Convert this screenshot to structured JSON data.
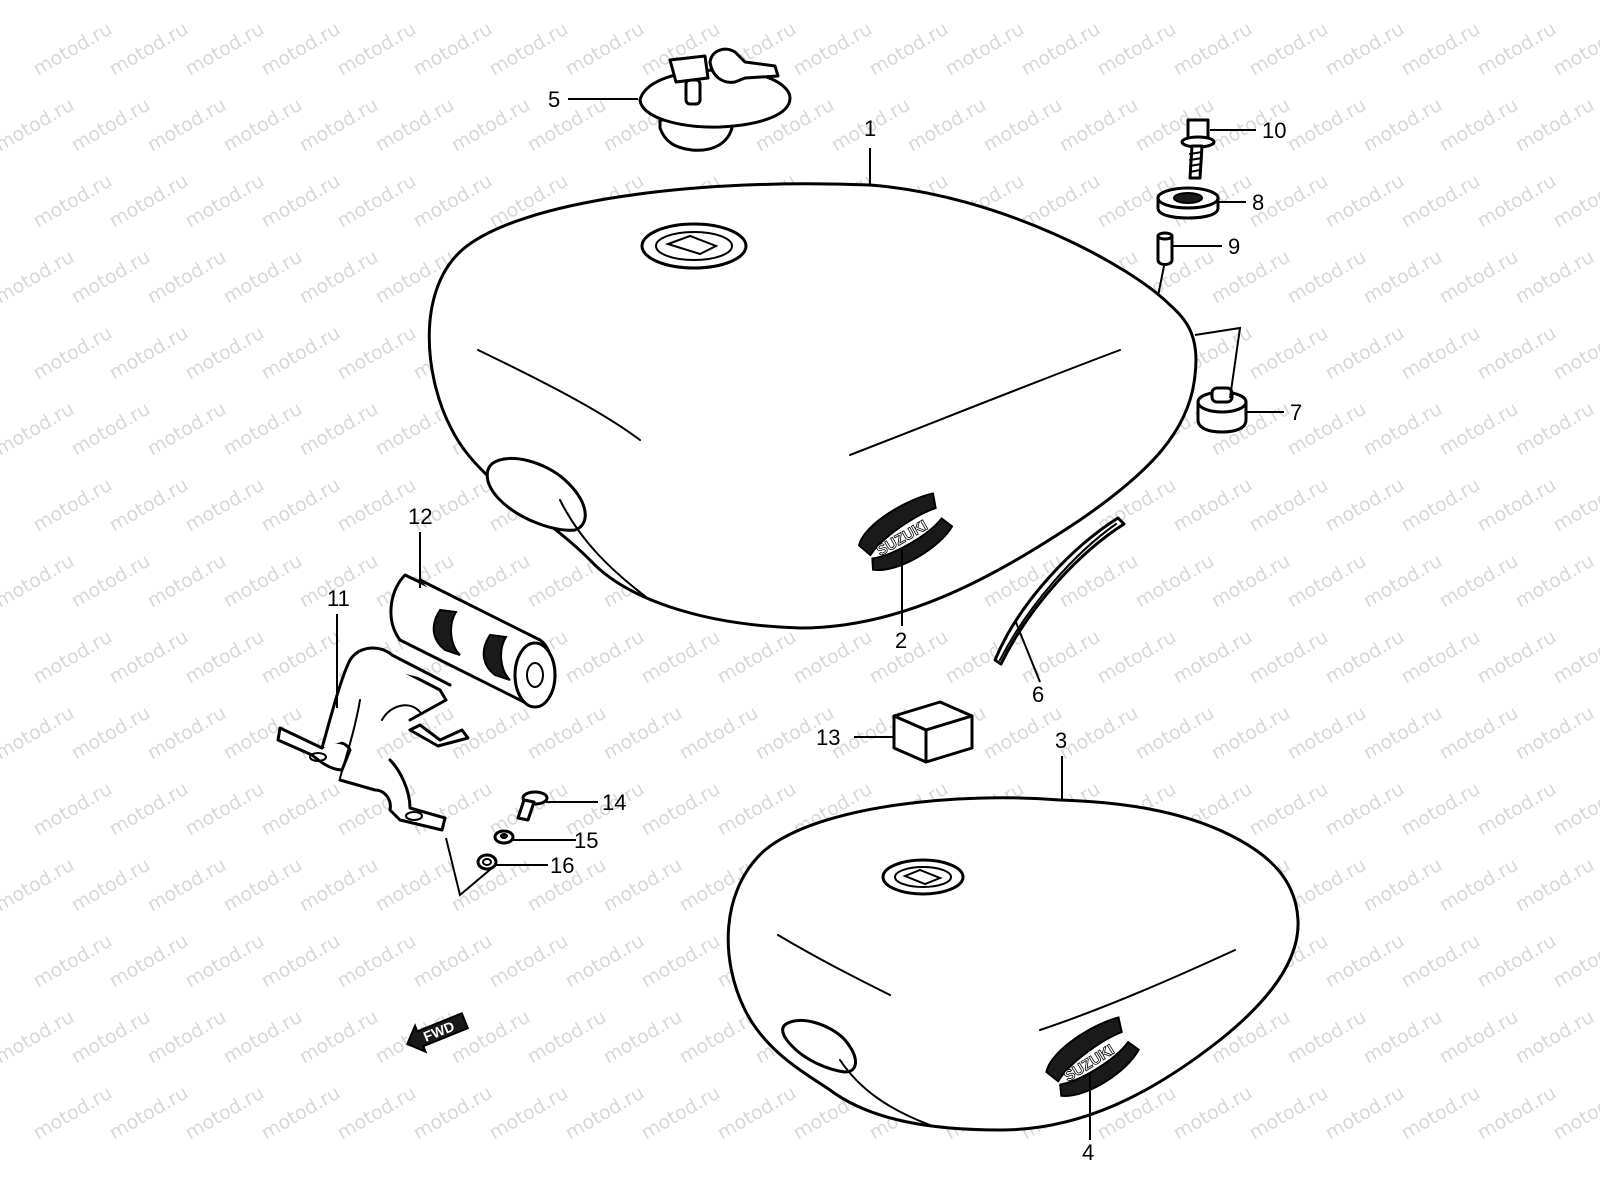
{
  "watermark": {
    "text": "motod.ru"
  },
  "diagram": {
    "direction_marker": "FWD",
    "brand_logo": "SUZUKI",
    "callouts": [
      "1",
      "2",
      "3",
      "4",
      "5",
      "6",
      "7",
      "8",
      "9",
      "10",
      "11",
      "12",
      "13",
      "14",
      "15",
      "16"
    ],
    "parts": [
      {
        "ref": "1",
        "name": "fuel-tank"
      },
      {
        "ref": "2",
        "name": "tank-emblem-left"
      },
      {
        "ref": "3",
        "name": "fuel-tank-alt"
      },
      {
        "ref": "4",
        "name": "tank-emblem-alt"
      },
      {
        "ref": "5",
        "name": "fuel-cap-with-keys"
      },
      {
        "ref": "6",
        "name": "tank-trim-strip"
      },
      {
        "ref": "7",
        "name": "rubber-cushion"
      },
      {
        "ref": "8",
        "name": "collar"
      },
      {
        "ref": "9",
        "name": "spacer-sleeve"
      },
      {
        "ref": "10",
        "name": "flange-bolt"
      },
      {
        "ref": "11",
        "name": "mounting-bracket"
      },
      {
        "ref": "12",
        "name": "bracket-cushion"
      },
      {
        "ref": "13",
        "name": "pad"
      },
      {
        "ref": "14",
        "name": "screw"
      },
      {
        "ref": "15",
        "name": "nut"
      },
      {
        "ref": "16",
        "name": "washer"
      }
    ]
  }
}
